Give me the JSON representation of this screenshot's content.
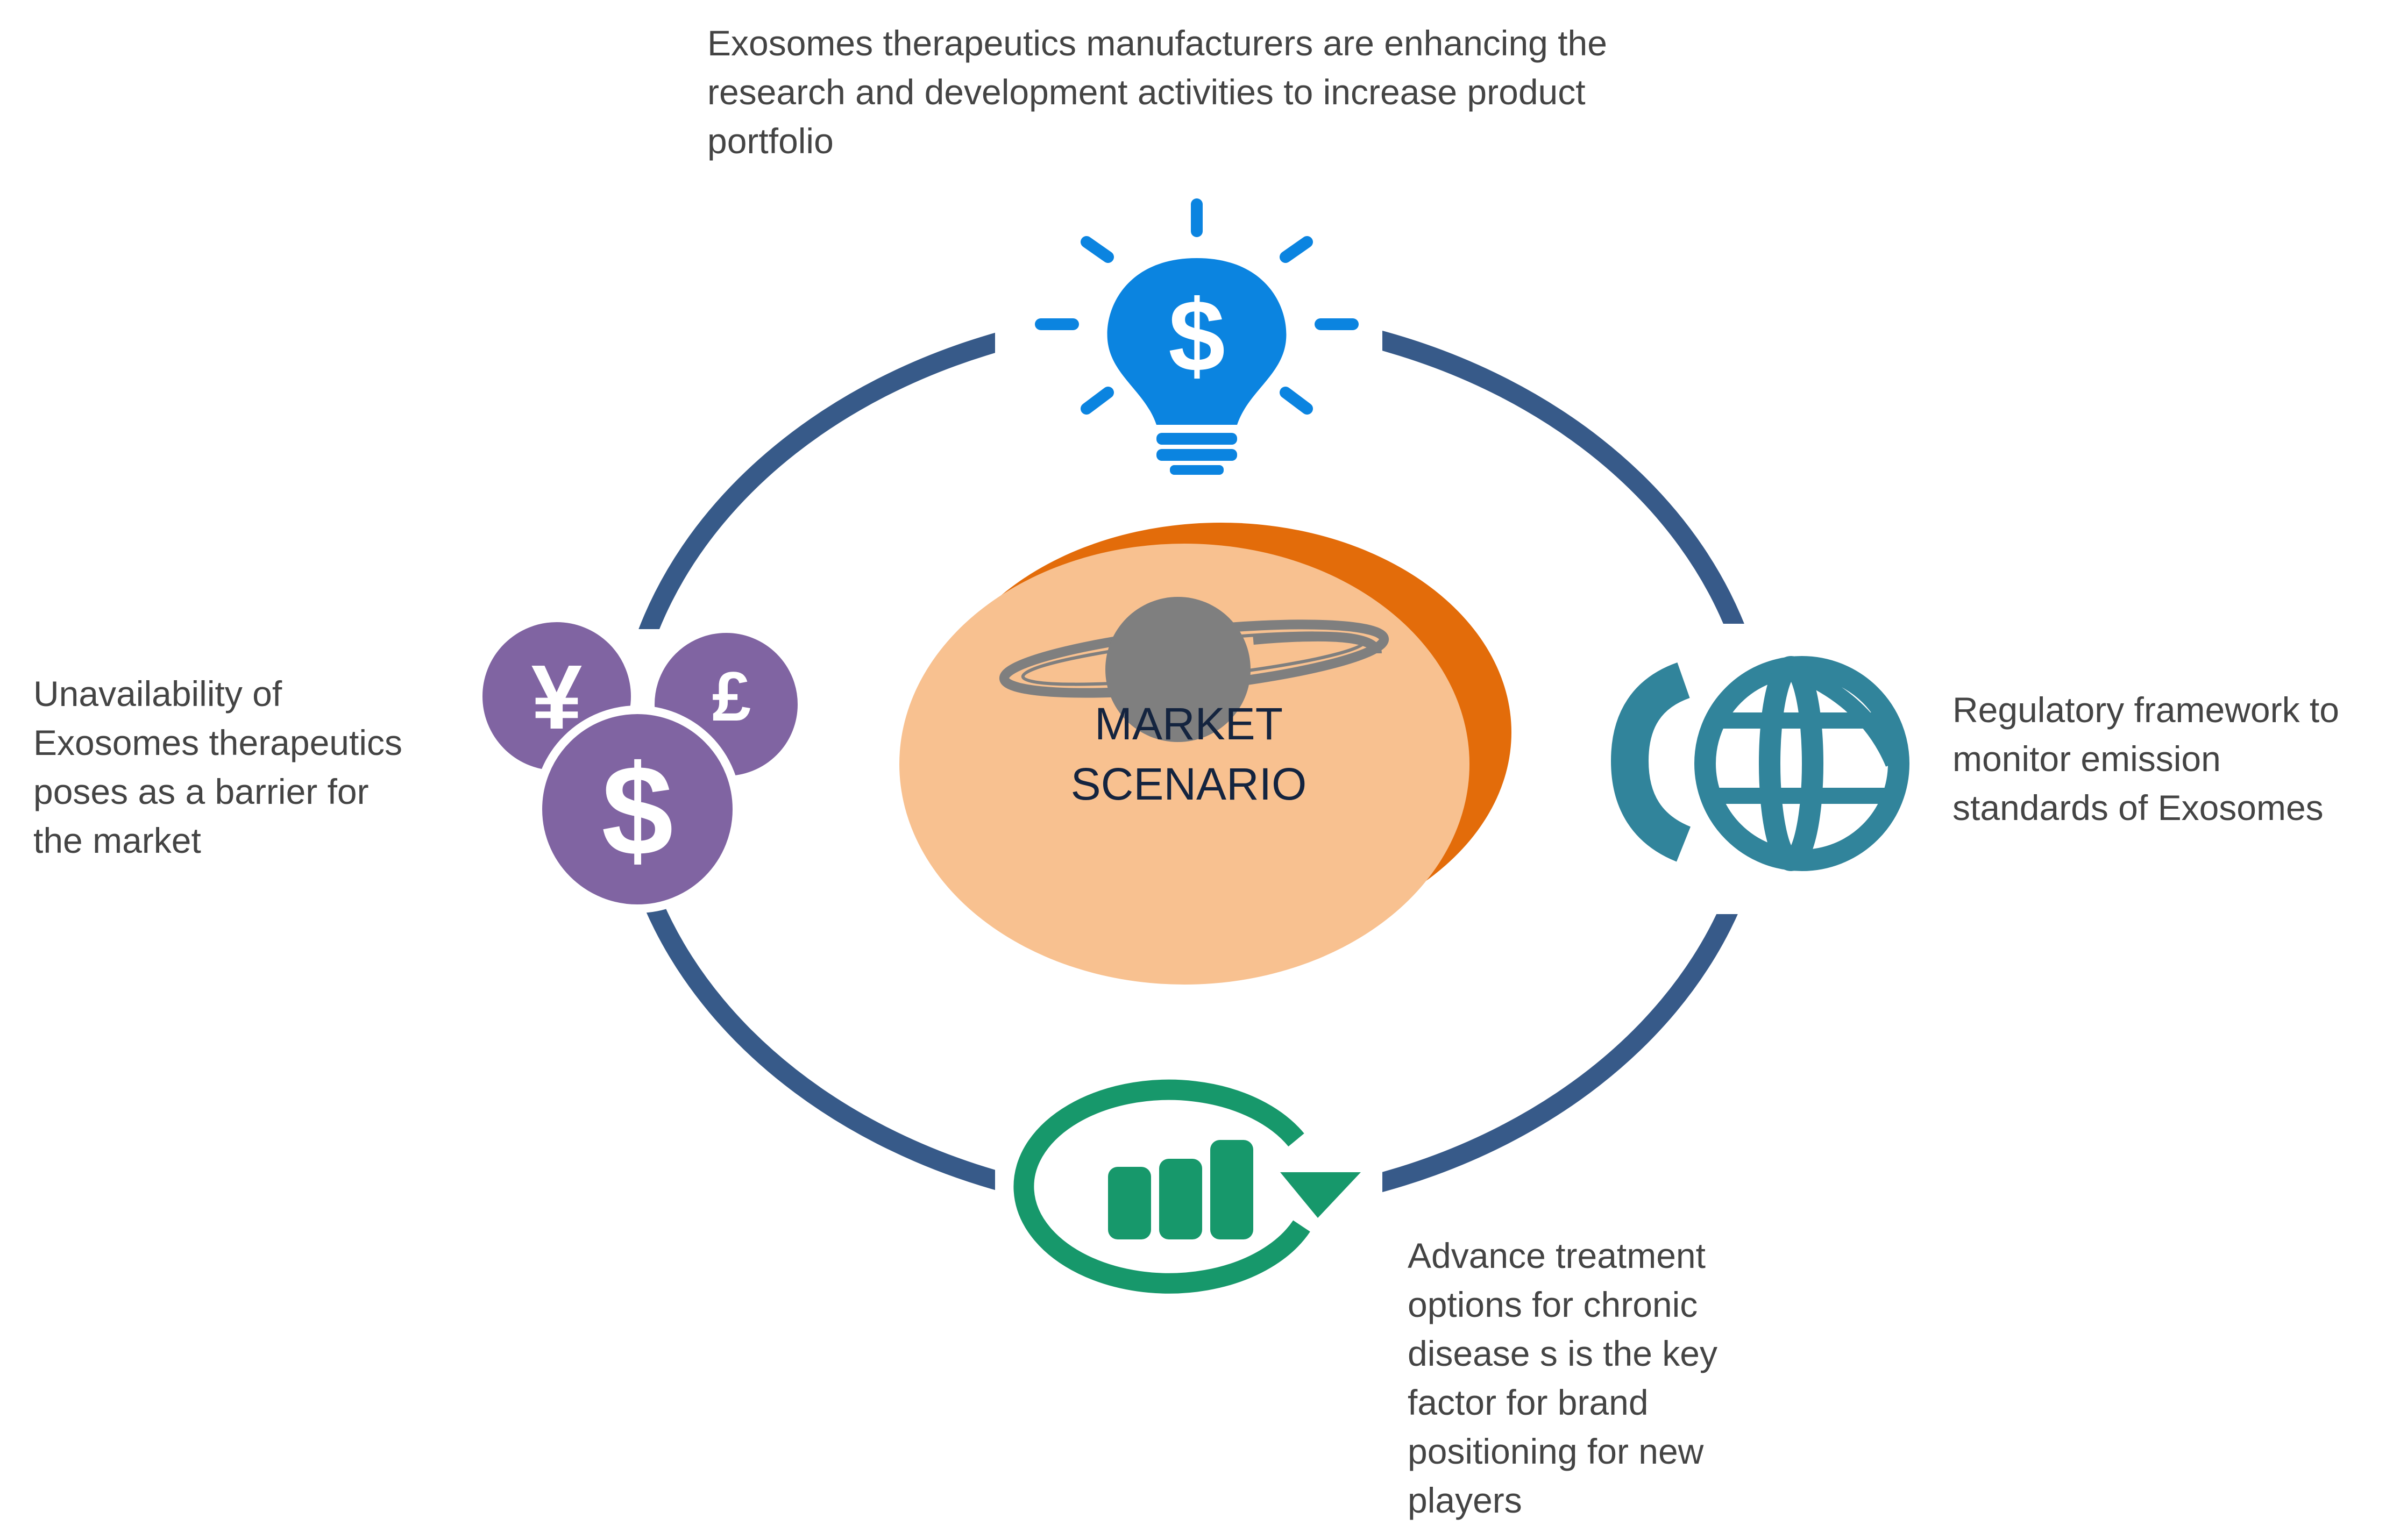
{
  "center": {
    "title": "MARKET\nSCENARIO"
  },
  "nodes": {
    "top": {
      "text": "Exosomes therapeutics manufacturers are enhancing the\nresearch and development activities to increase product\nportfolio",
      "icon": "lightbulb-dollar-icon"
    },
    "left": {
      "text": "Unavailability of\nExosomes therapeutics\nposes as a barrier for\nthe market",
      "icon": "currency-coins-icon"
    },
    "right": {
      "text": "Regulatory framework to\nmonitor emission\nstandards of Exosomes",
      "icon": "globe-icon"
    },
    "bottom": {
      "text": "Advance treatment\noptions for chronic\ndisease s is the key\nfactor for brand\npositioning for new\nplayers",
      "icon": "growth-chart-cycle-icon"
    }
  },
  "colors": {
    "ring": "#375a89",
    "bulb": "#0b84e0",
    "coins": "#8064a2",
    "globe": "#31849b",
    "chart": "#17986b",
    "center_light": "#f8c190",
    "center_dark": "#e36c0a",
    "planet": "#7f7f7f"
  }
}
